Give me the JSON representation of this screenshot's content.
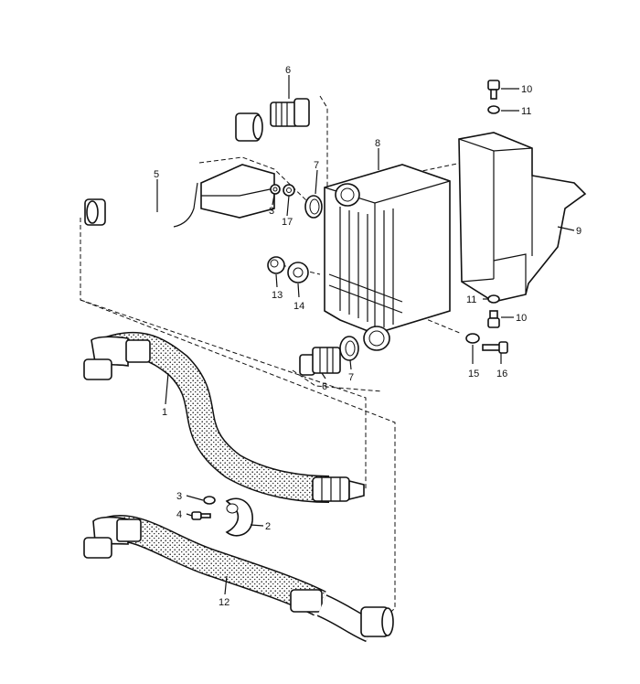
{
  "callouts": [
    {
      "id": "c1",
      "text": "1"
    },
    {
      "id": "c2",
      "text": "2"
    },
    {
      "id": "c3a",
      "text": "3"
    },
    {
      "id": "c3b",
      "text": "3"
    },
    {
      "id": "c4",
      "text": "4"
    },
    {
      "id": "c5",
      "text": "5"
    },
    {
      "id": "c6a",
      "text": "6"
    },
    {
      "id": "c6b",
      "text": "6"
    },
    {
      "id": "c7a",
      "text": "7"
    },
    {
      "id": "c7b",
      "text": "7"
    },
    {
      "id": "c8",
      "text": "8"
    },
    {
      "id": "c9",
      "text": "9"
    },
    {
      "id": "c10a",
      "text": "10"
    },
    {
      "id": "c10b",
      "text": "10"
    },
    {
      "id": "c11a",
      "text": "11"
    },
    {
      "id": "c11b",
      "text": "11"
    },
    {
      "id": "c12",
      "text": "12"
    },
    {
      "id": "c13",
      "text": "13"
    },
    {
      "id": "c14",
      "text": "14"
    },
    {
      "id": "c15",
      "text": "15"
    },
    {
      "id": "c16",
      "text": "16"
    },
    {
      "id": "c17",
      "text": "17"
    }
  ]
}
